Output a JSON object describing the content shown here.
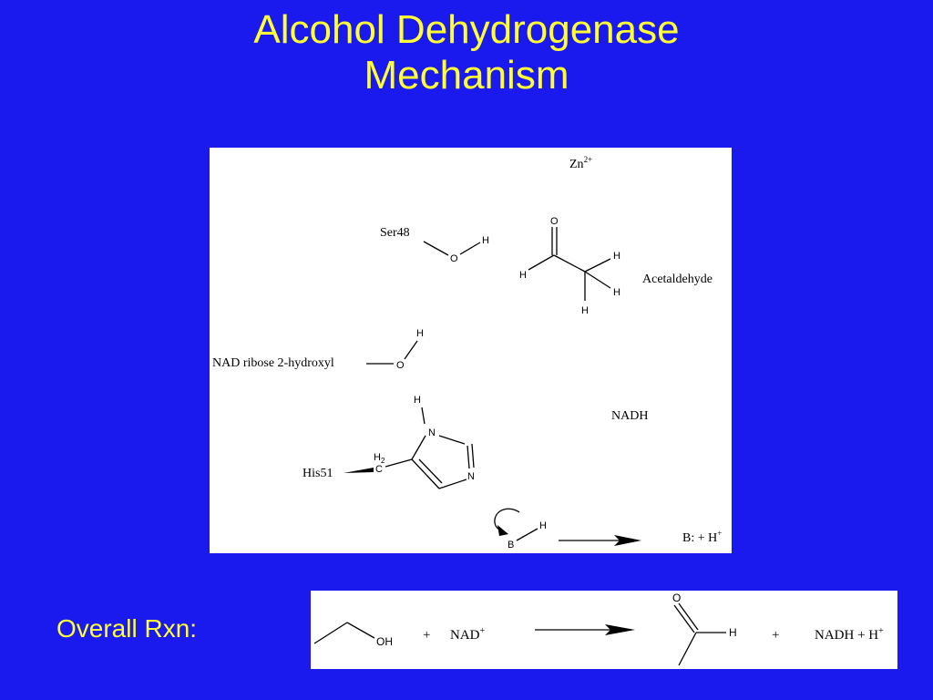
{
  "slide": {
    "title_line1": "Alcohol Dehydrogenase",
    "title_line2": "Mechanism",
    "overall_label": "Overall Rxn:"
  },
  "mechanism": {
    "zinc": "Zn",
    "zinc_charge": "2+",
    "ser48": "Ser48",
    "acetaldehyde": "Acetaldehyde",
    "nad_ribose": "NAD ribose 2-hydroxyl",
    "nadh": "NADH",
    "his51": "His51",
    "base_product": "B: + H",
    "base_product_charge": "+",
    "atoms": {
      "O": "O",
      "H": "H",
      "N": "N",
      "C": "C",
      "H2": "H",
      "H2_sub": "2",
      "B": "B"
    }
  },
  "reaction": {
    "oh": "OH",
    "plus": "+",
    "nad": "NAD",
    "nad_charge": "+",
    "o": "O",
    "h": "H",
    "products": "NADH + H",
    "products_charge": "+"
  },
  "colors": {
    "background": "#1a1aee",
    "title": "#ffff33",
    "panel": "#ffffff"
  }
}
